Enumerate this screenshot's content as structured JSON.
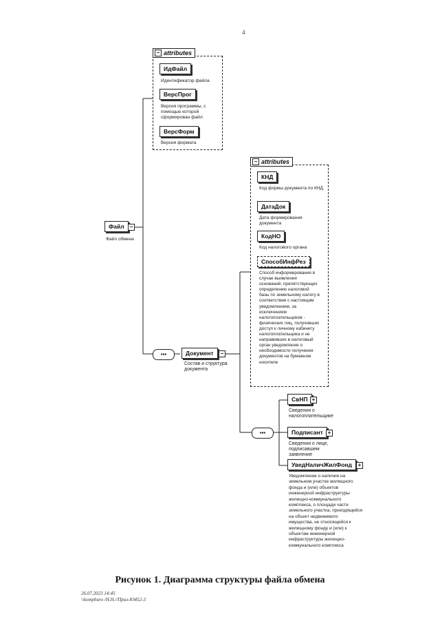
{
  "page_number": "4",
  "root": {
    "name": "Файл",
    "description": "Файл обмена"
  },
  "root_attributes": {
    "tab": "attributes",
    "items": [
      {
        "name": "ИдФайл",
        "description": "Идентификатор файла"
      },
      {
        "name": "ВерсПрог",
        "description": "Версия программы, с помощью которой сформирован файл"
      },
      {
        "name": "ВерсФорм",
        "description": "Версия формата"
      }
    ]
  },
  "document": {
    "name": "Документ",
    "description": "Состав и структура документа"
  },
  "document_attributes": {
    "tab": "attributes",
    "items": [
      {
        "name": "КНД",
        "description": "Код формы документа по КНД"
      },
      {
        "name": "ДатаДок",
        "description": "Дата формирования документа"
      },
      {
        "name": "КодНО",
        "description": "Код налогового органа"
      },
      {
        "name": "СпособИнфРез",
        "description": "Способ информирования в случае выявления оснований, препятствующих определению налоговой базы по земельному налогу в соответствии с настоящим уведомлением, за исключением налогоплательщиков - физических лиц, получивших доступ к личному кабинету налогоплательщика и не направивших в налоговый орган уведомление о необходимости получения документов на бумажном носителе"
      }
    ]
  },
  "children": [
    {
      "name": "СвНП",
      "description": "Сведения о налогоплательщике"
    },
    {
      "name": "Подписант",
      "description": "Сведения о лице, подписавшем заявление"
    },
    {
      "name": "УведНаличЖилФонд",
      "description": "Уведомление о наличии на земельном участке жилищного фонда и (или) объектов инженерной инфраструктуры жилищно-коммунального комплекса, о площади части земельного участка, приходящейся на объект недвижимого имущества, не относящийся к жилищному фонду и (или) к объектам инженерной инфраструктуры жилищно-коммунального комплекса"
    }
  ],
  "caption": "Рисунок 1. Диаграмма структуры файла обмена",
  "footer": {
    "timestamp": "26.07.2023 14:45",
    "path": "\\\\kompburo /Н.Н.//Приз-Ю452-3"
  }
}
